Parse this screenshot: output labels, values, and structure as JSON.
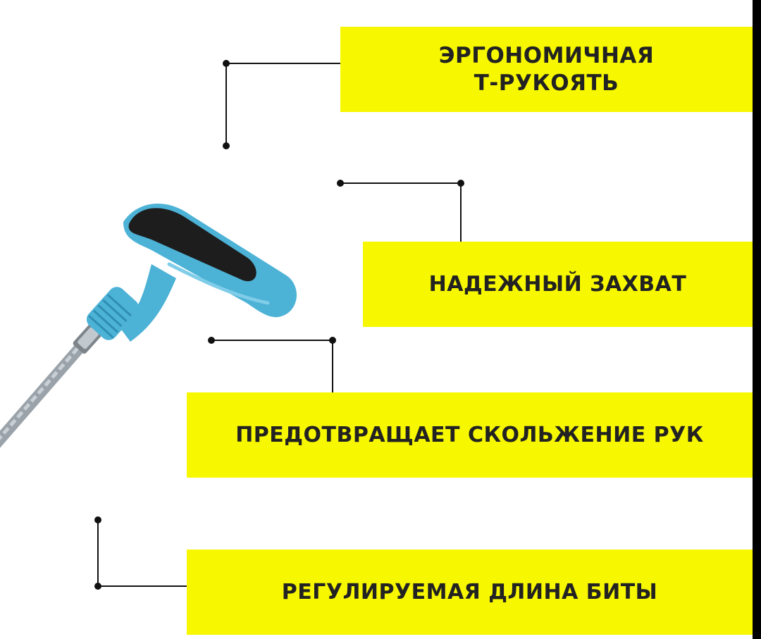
{
  "colors": {
    "accent": "#f7f700",
    "text": "#222222",
    "tool_body": "#4cb2d6",
    "tool_grip": "#1d1d1d",
    "shaft": "#a9b2b8"
  },
  "product": {
    "image_icon": "t-handle-screwdriver-icon"
  },
  "features": [
    {
      "lines": [
        "ЭРГОНОМИЧНАЯ",
        "Т-РУКОЯТЬ"
      ]
    },
    {
      "lines": [
        "НАДЕЖНЫЙ ЗАХВАТ"
      ]
    },
    {
      "lines": [
        "ПРЕДОТВРАЩАЕТ СКОЛЬЖЕНИЕ РУК"
      ]
    },
    {
      "lines": [
        "РЕГУЛИРУЕМАЯ ДЛИНА БИТЫ"
      ]
    }
  ]
}
